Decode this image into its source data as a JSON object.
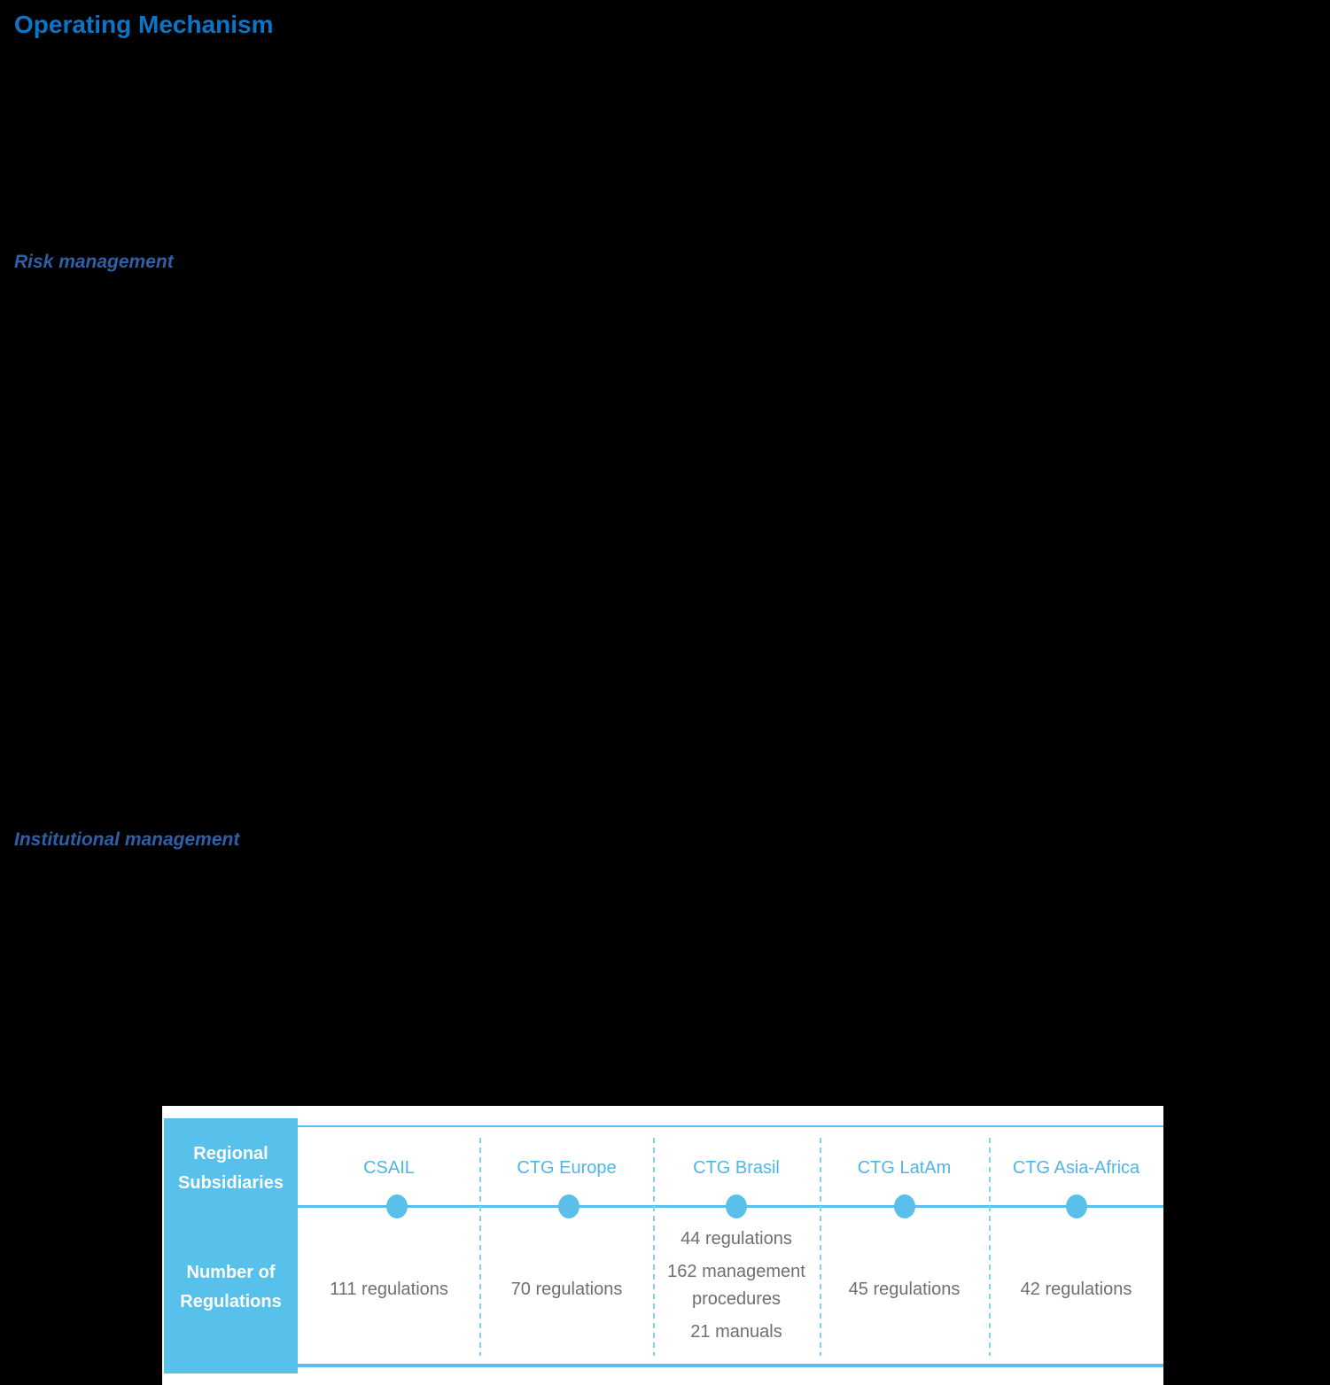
{
  "page": {
    "title": "Operating Mechanism",
    "section_headings": {
      "risk": "Risk management",
      "institutional": "Institutional management"
    }
  },
  "figure": {
    "row_headers": {
      "subsidiaries": "Regional Subsidiaries",
      "regulations": "Number of Regulations"
    },
    "columns": [
      {
        "name": "CSAIL",
        "values": [
          "111 regulations"
        ]
      },
      {
        "name": "CTG Europe",
        "values": [
          "70 regulations"
        ]
      },
      {
        "name": "CTG Brasil",
        "values": [
          "44 regulations",
          "162 management procedures",
          "21 manuals"
        ]
      },
      {
        "name": "CTG LatAm",
        "values": [
          "45 regulations"
        ]
      },
      {
        "name": "CTG Asia-Africa",
        "values": [
          "42 regulations"
        ]
      }
    ]
  },
  "colors": {
    "page_background": "#000000",
    "title_blue": "#0c75c8",
    "heading_blue": "#2e5fa8",
    "panel_background": "#ffffff",
    "sidebar_blue": "#57c1ec",
    "line_blue": "#5ac0ea",
    "dash_blue": "#85d1f0",
    "column_header_blue": "#4db7e8",
    "value_gray": "#6f6f6f"
  }
}
